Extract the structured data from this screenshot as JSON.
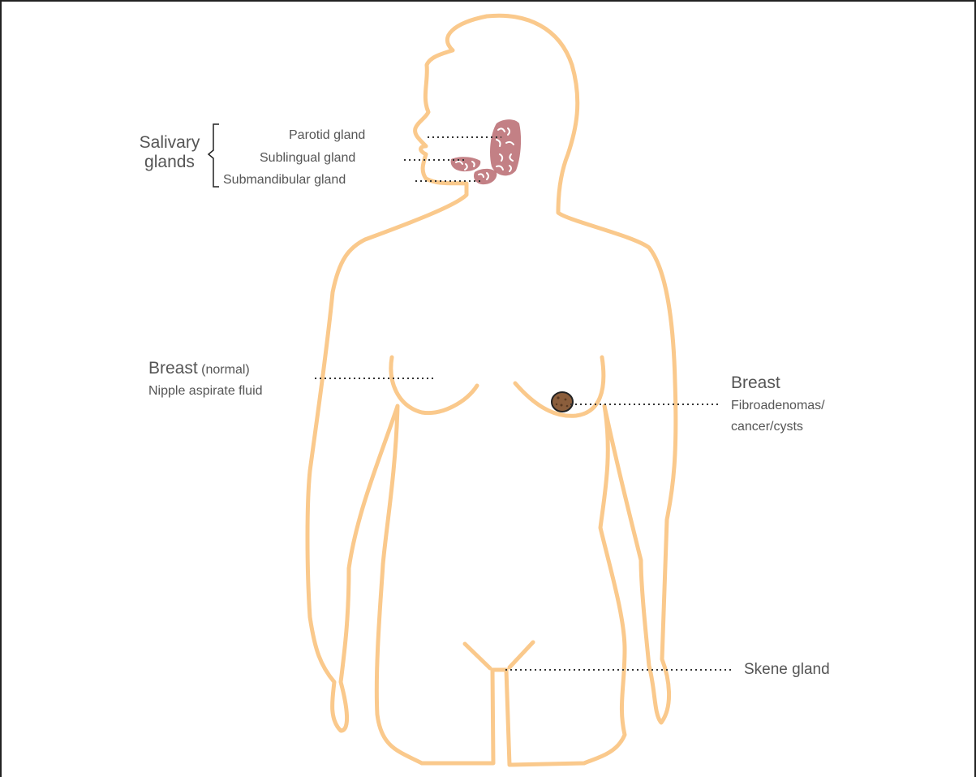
{
  "colors": {
    "body_outline": "#fac98c",
    "label_text": "#555555",
    "gland": "#b86a70",
    "tumor": "#8b5e3c"
  },
  "labels": {
    "salivary": {
      "line1": "Salivary",
      "line2": "glands"
    },
    "parotid": "Parotid gland",
    "sublingual": "Sublingual gland",
    "submandibular": "Submandibular gland",
    "breast_normal": {
      "title": "Breast",
      "qualifier": "(normal)",
      "sub": "Nipple aspirate fluid"
    },
    "breast_disease": {
      "title": "Breast",
      "line1": "Fibroadenomas/",
      "line2": "cancer/cysts"
    },
    "skene": "Skene gland"
  }
}
